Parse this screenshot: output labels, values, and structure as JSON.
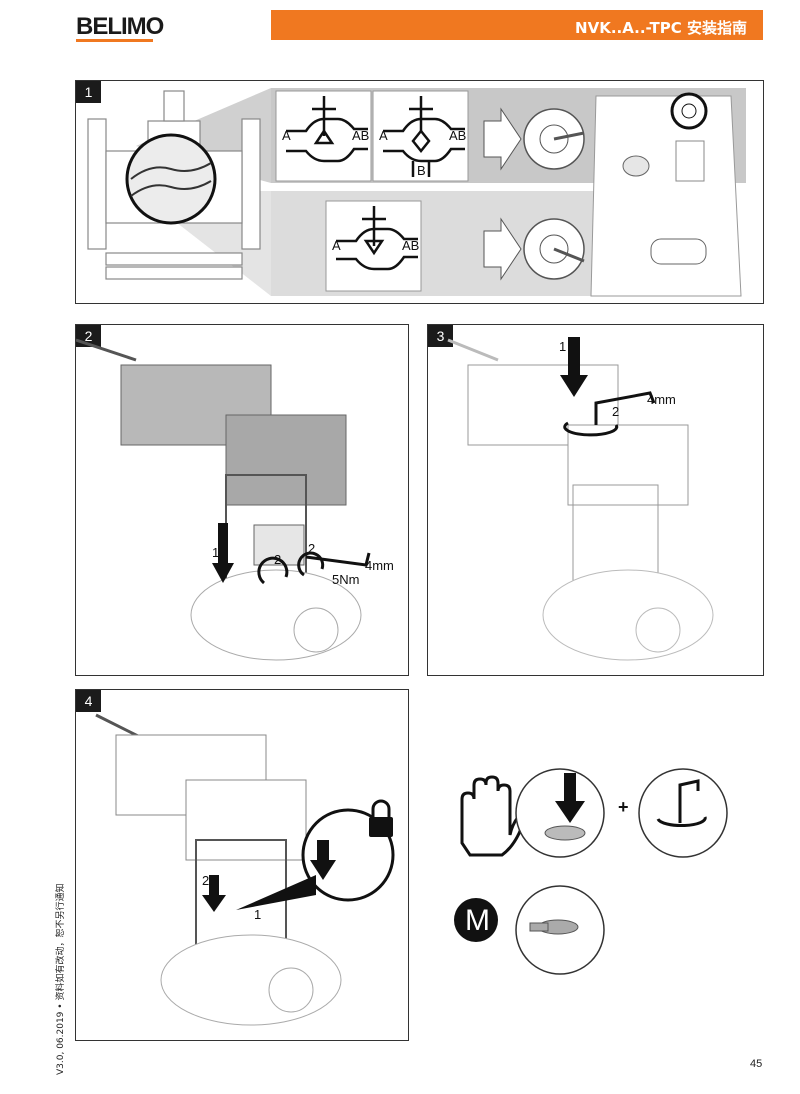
{
  "header": {
    "logo": "BELIMO",
    "title": "NVK..A..-TPC 安装指南"
  },
  "panels": {
    "p1": {
      "number": "1",
      "symbols": [
        {
          "left": "A",
          "right": "AB"
        },
        {
          "left": "A",
          "right": "AB",
          "bottom": "B"
        },
        {
          "left": "A",
          "right": "AB"
        }
      ]
    },
    "p2": {
      "number": "2",
      "step1": "1",
      "step2a": "2",
      "step2b": "2",
      "tool_size": "4mm",
      "torque": "5Nm"
    },
    "p3": {
      "number": "3",
      "step1": "1",
      "step2": "2",
      "tool_size": "4mm"
    },
    "p4": {
      "number": "4",
      "step1": "1",
      "step2": "2"
    }
  },
  "legend": {
    "plus": "+",
    "manual_mark": "M"
  },
  "footer": {
    "version_note": "V3.0, 06.2019 • 资料如有改动，恕不另行通知",
    "page_number": "45"
  }
}
